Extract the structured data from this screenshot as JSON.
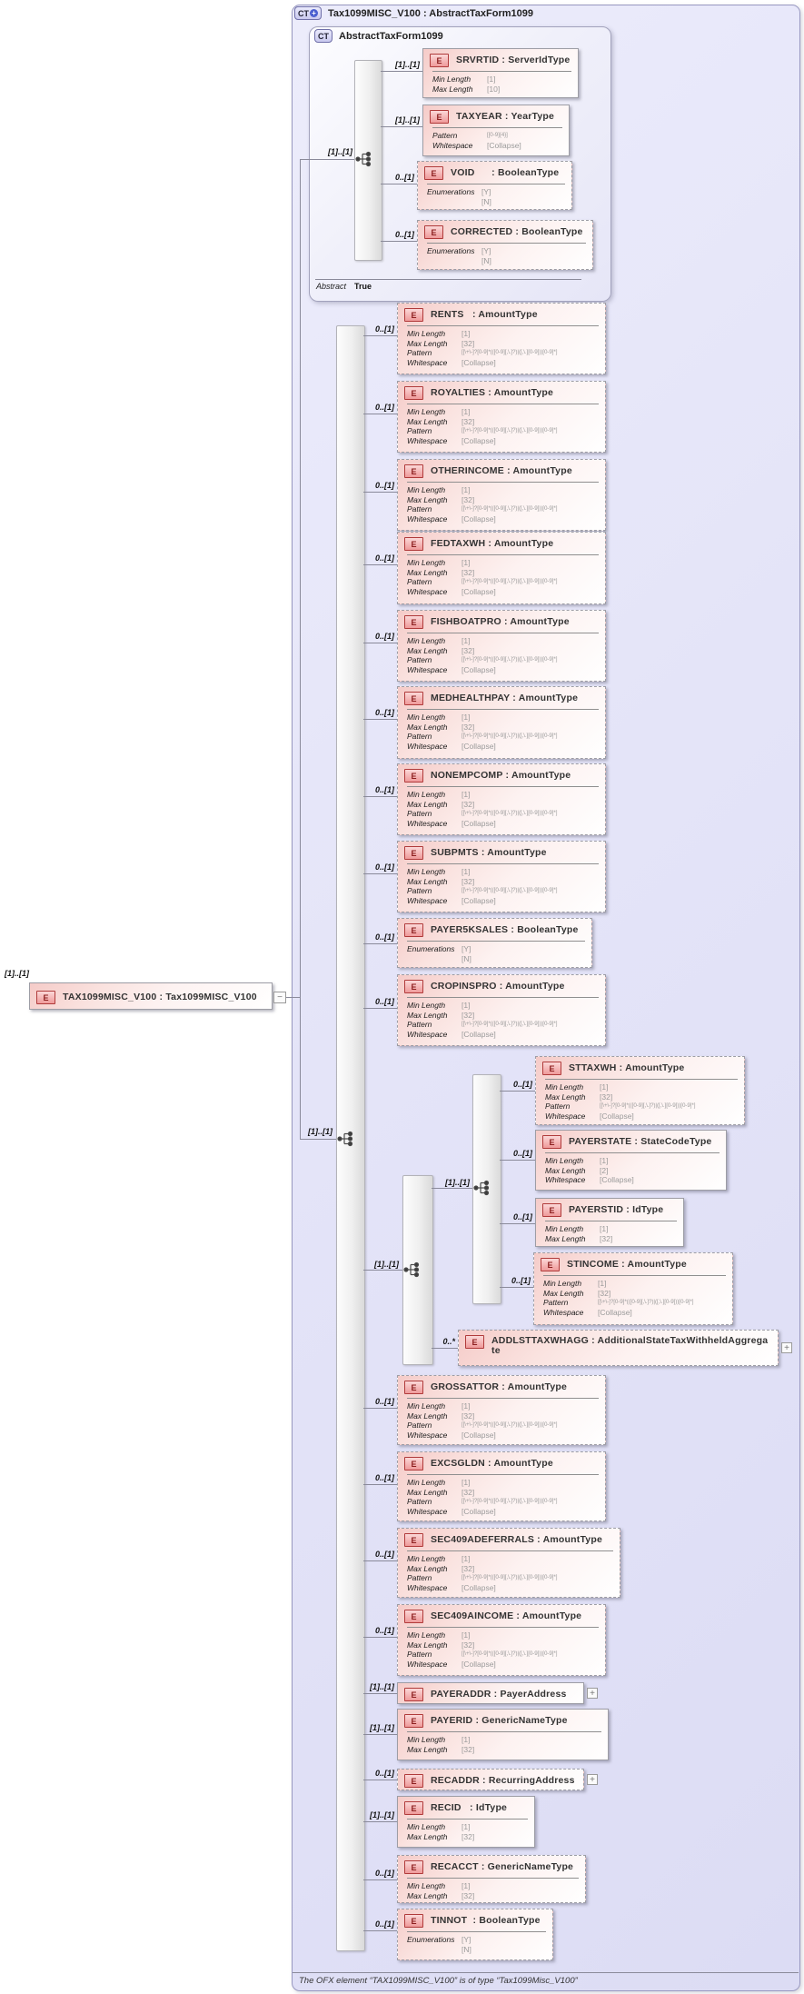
{
  "badges": {
    "e": "E",
    "ct": "CT",
    "plus": "+",
    "expand": "+",
    "collapse": "−"
  },
  "header": {
    "title": "Tax1099MISC_V100 : AbstractTaxForm1099"
  },
  "base": {
    "title": "AbstractTaxForm1099",
    "footer": {
      "label": "Abstract",
      "value": "True"
    }
  },
  "root": {
    "card": "[1]..[1]",
    "title": "TAX1099MISC_V100 : Tax1099MISC_V100"
  },
  "groups": {
    "base": "[1]..[1]",
    "main": "[1]..[1]",
    "state_outer": "[1]..[1]",
    "state_inner": "[1]..[1]"
  },
  "footer_note": "The OFX element “TAX1099MISC_V100” is of type “Tax1099Misc_V100”",
  "colors": {
    "container_bg": "#e3e3f8",
    "box_fill": "#f5cbc8",
    "badge_border": "#b03a3a",
    "line": "#8a8a9a",
    "plus_circle": "#4a5fd0"
  },
  "els": {
    "srvrtid": {
      "title": "SRVRTID : ServerIdType",
      "card": "[1]..[1]",
      "facets": [
        [
          "Min Length",
          "[1]"
        ],
        [
          "Max Length",
          "[10]"
        ]
      ]
    },
    "taxyear": {
      "title": "TAXYEAR : YearType",
      "card": "[1]..[1]",
      "facets": [
        [
          "Pattern",
          "[[0-9]{4}]"
        ],
        [
          "Whitespace",
          "[Collapse]"
        ]
      ]
    },
    "void": {
      "title": "VOID      : BooleanType",
      "card": "0..[1]",
      "facets": [
        [
          "Enumerations",
          "[Y]"
        ],
        [
          "",
          "[N]"
        ]
      ]
    },
    "corrected": {
      "title": "CORRECTED : BooleanType",
      "card": "0..[1]",
      "facets": [
        [
          "Enumerations",
          "[Y]"
        ],
        [
          "",
          "[N]"
        ]
      ]
    },
    "rents": {
      "title": "RENTS   : AmountType",
      "card": "0..[1]",
      "facets": [
        [
          "Min Length",
          "[1]"
        ],
        [
          "Max Length",
          "[32]"
        ],
        [
          "Pattern",
          "[[\\+\\-]?[0-9]*(([0-9][,\\.]?)|([,\\.][0-9]))[0-9]*]"
        ],
        [
          "Whitespace",
          "[Collapse]"
        ]
      ]
    },
    "royalties": {
      "title": "ROYALTIES : AmountType",
      "card": "0..[1]",
      "facets": [
        [
          "Min Length",
          "[1]"
        ],
        [
          "Max Length",
          "[32]"
        ],
        [
          "Pattern",
          "[[\\+\\-]?[0-9]*(([0-9][,\\.]?)|([,\\.][0-9]))[0-9]*]"
        ],
        [
          "Whitespace",
          "[Collapse]"
        ]
      ]
    },
    "otherincome": {
      "title": "OTHERINCOME : AmountType",
      "card": "0..[1]",
      "facets": [
        [
          "Min Length",
          "[1]"
        ],
        [
          "Max Length",
          "[32]"
        ],
        [
          "Pattern",
          "[[\\+\\-]?[0-9]*(([0-9][,\\.]?)|([,\\.][0-9]))[0-9]*]"
        ],
        [
          "Whitespace",
          "[Collapse]"
        ]
      ]
    },
    "fedtaxwh": {
      "title": "FEDTAXWH : AmountType",
      "card": "0..[1]",
      "facets": [
        [
          "Min Length",
          "[1]"
        ],
        [
          "Max Length",
          "[32]"
        ],
        [
          "Pattern",
          "[[\\+\\-]?[0-9]*(([0-9][,\\.]?)|([,\\.][0-9]))[0-9]*]"
        ],
        [
          "Whitespace",
          "[Collapse]"
        ]
      ]
    },
    "fishboatpro": {
      "title": "FISHBOATPRO : AmountType",
      "card": "0..[1]",
      "facets": [
        [
          "Min Length",
          "[1]"
        ],
        [
          "Max Length",
          "[32]"
        ],
        [
          "Pattern",
          "[[\\+\\-]?[0-9]*(([0-9][,\\.]?)|([,\\.][0-9]))[0-9]*]"
        ],
        [
          "Whitespace",
          "[Collapse]"
        ]
      ]
    },
    "medhealthpay": {
      "title": "MEDHEALTHPAY : AmountType",
      "card": "0..[1]",
      "facets": [
        [
          "Min Length",
          "[1]"
        ],
        [
          "Max Length",
          "[32]"
        ],
        [
          "Pattern",
          "[[\\+\\-]?[0-9]*(([0-9][,\\.]?)|([,\\.][0-9]))[0-9]*]"
        ],
        [
          "Whitespace",
          "[Collapse]"
        ]
      ]
    },
    "nonempcomp": {
      "title": "NONEMPCOMP : AmountType",
      "card": "0..[1]",
      "facets": [
        [
          "Min Length",
          "[1]"
        ],
        [
          "Max Length",
          "[32]"
        ],
        [
          "Pattern",
          "[[\\+\\-]?[0-9]*(([0-9][,\\.]?)|([,\\.][0-9]))[0-9]*]"
        ],
        [
          "Whitespace",
          "[Collapse]"
        ]
      ]
    },
    "subpmts": {
      "title": "SUBPMTS : AmountType",
      "card": "0..[1]",
      "facets": [
        [
          "Min Length",
          "[1]"
        ],
        [
          "Max Length",
          "[32]"
        ],
        [
          "Pattern",
          "[[\\+\\-]?[0-9]*(([0-9][,\\.]?)|([,\\.][0-9]))[0-9]*]"
        ],
        [
          "Whitespace",
          "[Collapse]"
        ]
      ]
    },
    "payer5ksales": {
      "title": "PAYER5KSALES : BooleanType",
      "card": "0..[1]",
      "facets": [
        [
          "Enumerations",
          "[Y]"
        ],
        [
          "",
          "[N]"
        ]
      ]
    },
    "cropinspro": {
      "title": "CROPINSPRO : AmountType",
      "card": "0..[1]",
      "facets": [
        [
          "Min Length",
          "[1]"
        ],
        [
          "Max Length",
          "[32]"
        ],
        [
          "Pattern",
          "[[\\+\\-]?[0-9]*(([0-9][,\\.]?)|([,\\.][0-9]))[0-9]*]"
        ],
        [
          "Whitespace",
          "[Collapse]"
        ]
      ]
    },
    "sttaxwh": {
      "title": "STTAXWH : AmountType",
      "card": "0..[1]",
      "facets": [
        [
          "Min Length",
          "[1]"
        ],
        [
          "Max Length",
          "[32]"
        ],
        [
          "Pattern",
          "[[\\+\\-]?[0-9]*(([0-9][,\\.]?)|([,\\.][0-9]))[0-9]*]"
        ],
        [
          "Whitespace",
          "[Collapse]"
        ]
      ]
    },
    "payerstate": {
      "title": "PAYERSTATE : StateCodeType",
      "card": "0..[1]",
      "facets": [
        [
          "Min Length",
          "[1]"
        ],
        [
          "Max Length",
          "[2]"
        ],
        [
          "Whitespace",
          "[Collapse]"
        ]
      ]
    },
    "payerstid": {
      "title": "PAYERSTID : IdType",
      "card": "0..[1]",
      "facets": [
        [
          "Min Length",
          "[1]"
        ],
        [
          "Max Length",
          "[32]"
        ]
      ]
    },
    "stincome": {
      "title": "STINCOME : AmountType",
      "card": "0..[1]",
      "facets": [
        [
          "Min Length",
          "[1]"
        ],
        [
          "Max Length",
          "[32]"
        ],
        [
          "Pattern",
          "[[\\+\\-]?[0-9]*(([0-9][,\\.]?)|([,\\.][0-9]))[0-9]*]"
        ],
        [
          "Whitespace",
          "[Collapse]"
        ]
      ]
    },
    "addlsttaxwhagg": {
      "title": "ADDLSTTAXWHAGG : AdditionalStateTaxWithheldAggregate",
      "card": "0..*",
      "facets": []
    },
    "grossattor": {
      "title": "GROSSATTOR : AmountType",
      "card": "0..[1]",
      "facets": [
        [
          "Min Length",
          "[1]"
        ],
        [
          "Max Length",
          "[32]"
        ],
        [
          "Pattern",
          "[[\\+\\-]?[0-9]*(([0-9][,\\.]?)|([,\\.][0-9]))[0-9]*]"
        ],
        [
          "Whitespace",
          "[Collapse]"
        ]
      ]
    },
    "excsgldn": {
      "title": "EXCSGLDN : AmountType",
      "card": "0..[1]",
      "facets": [
        [
          "Min Length",
          "[1]"
        ],
        [
          "Max Length",
          "[32]"
        ],
        [
          "Pattern",
          "[[\\+\\-]?[0-9]*(([0-9][,\\.]?)|([,\\.][0-9]))[0-9]*]"
        ],
        [
          "Whitespace",
          "[Collapse]"
        ]
      ]
    },
    "sec409adeferrals": {
      "title": "SEC409ADEFERRALS : AmountType",
      "card": "0..[1]",
      "facets": [
        [
          "Min Length",
          "[1]"
        ],
        [
          "Max Length",
          "[32]"
        ],
        [
          "Pattern",
          "[[\\+\\-]?[0-9]*(([0-9][,\\.]?)|([,\\.][0-9]))[0-9]*]"
        ],
        [
          "Whitespace",
          "[Collapse]"
        ]
      ]
    },
    "sec409aincome": {
      "title": "SEC409AINCOME : AmountType",
      "card": "0..[1]",
      "facets": [
        [
          "Min Length",
          "[1]"
        ],
        [
          "Max Length",
          "[32]"
        ],
        [
          "Pattern",
          "[[\\+\\-]?[0-9]*(([0-9][,\\.]?)|([,\\.][0-9]))[0-9]*]"
        ],
        [
          "Whitespace",
          "[Collapse]"
        ]
      ]
    },
    "payeraddr": {
      "title": "PAYERADDR : PayerAddress",
      "card": "[1]..[1]",
      "facets": []
    },
    "payerid": {
      "title": "PAYERID : GenericNameType",
      "card": "[1]..[1]",
      "facets": [
        [
          "Min Length",
          "[1]"
        ],
        [
          "Max Length",
          "[32]"
        ]
      ]
    },
    "recaddr": {
      "title": "RECADDR : RecurringAddress",
      "card": "0..[1]",
      "facets": []
    },
    "recid": {
      "title": "RECID   : IdType",
      "card": "[1]..[1]",
      "facets": [
        [
          "Min Length",
          "[1]"
        ],
        [
          "Max Length",
          "[32]"
        ]
      ]
    },
    "recacct": {
      "title": "RECACCT : GenericNameType",
      "card": "0..[1]",
      "facets": [
        [
          "Min Length",
          "[1]"
        ],
        [
          "Max Length",
          "[32]"
        ]
      ]
    },
    "tinnot": {
      "title": "TINNOT  : BooleanType",
      "card": "0..[1]",
      "facets": [
        [
          "Enumerations",
          "[Y]"
        ],
        [
          "",
          "[N]"
        ]
      ]
    }
  }
}
